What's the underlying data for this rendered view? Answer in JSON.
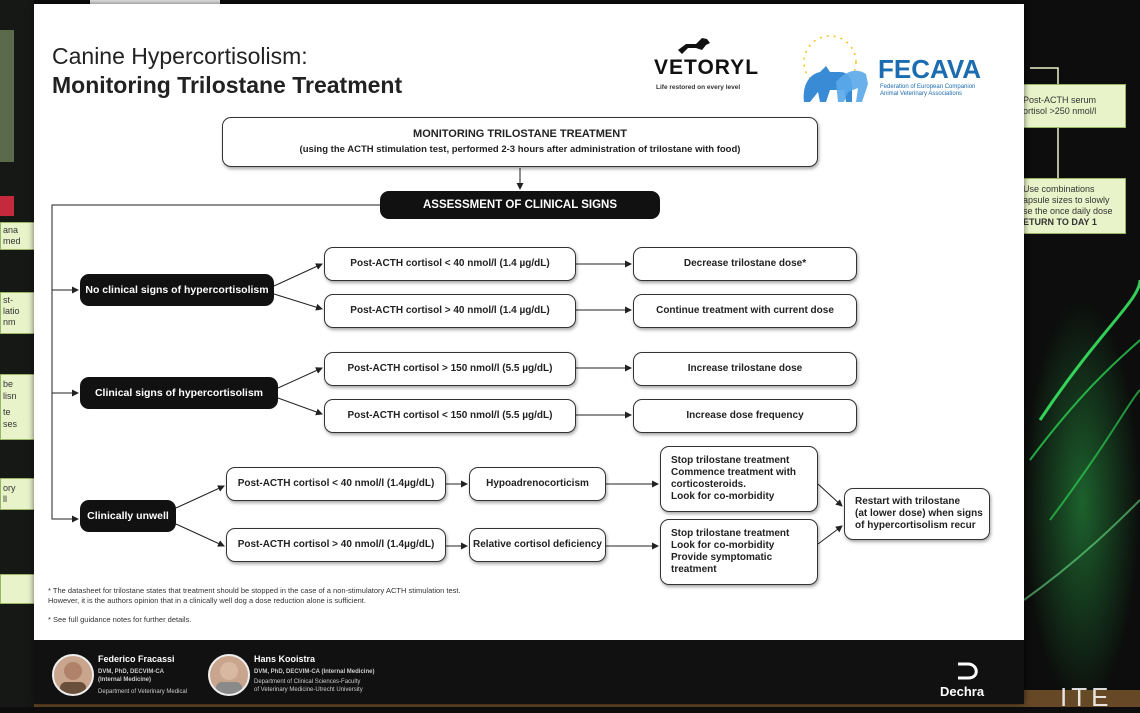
{
  "background": {
    "right_boxes": [
      {
        "lines": [
          "Post-ACTH serum",
          "ortisol >250 nmol/l"
        ]
      },
      {
        "lines": [
          "Use combinations",
          "apsule sizes to slowly",
          "se the once daily dose",
          "ETURN TO DAY 1"
        ]
      }
    ],
    "left_fragments": [
      {
        "lines": [
          "ana",
          "med"
        ]
      },
      {
        "lines": [
          "st-",
          "latio",
          "nm"
        ]
      },
      {
        "lines": [
          "be",
          "lisn",
          "te",
          "ses"
        ]
      },
      {
        "lines": [
          "ory",
          "ll"
        ]
      }
    ],
    "bottom_right_text": "ITE"
  },
  "slide": {
    "title_line1": "Canine Hypercortisolism:",
    "title_line2": "Monitoring Trilostane Treatment",
    "vetoryl_logo": "VETORYL",
    "vetoryl_tagline": "Life restored on every level",
    "fecava_logo": "FECAVA",
    "fecava_sub1": "Federation of European Companion",
    "fecava_sub2": "Animal Veterinary Associations",
    "header_box_line1": "MONITORING TRILOSTANE TREATMENT",
    "header_box_line2": "(using the ACTH stimulation test, performed 2-3 hours after administration of trilostane with food)",
    "assessment": "ASSESSMENT OF CLINICAL SIGNS",
    "branch_no_signs": "No clinical signs of hypercortisolism",
    "branch_signs": "Clinical signs of hypercortisolism",
    "branch_unwell": "Clinically unwell",
    "a1_cond": "Post-ACTH cortisol < 40 nmol/l (1.4 µg/dL)",
    "a1_action": "Decrease trilostane dose*",
    "a2_cond": "Post-ACTH cortisol > 40 nmol/l (1.4 µg/dL)",
    "a2_action": "Continue treatment with current dose",
    "b1_cond": "Post-ACTH cortisol > 150 nmol/l (5.5 µg/dL)",
    "b1_action": "Increase trilostane dose",
    "b2_cond": "Post-ACTH cortisol < 150 nmol/l (5.5 µg/dL)",
    "b2_action": "Increase dose frequency",
    "c1_cond": "Post-ACTH cortisol < 40 nmol/l (1.4µg/dL)",
    "c1_dx": "Hypoadrenocorticism",
    "c1_action_l1": "Stop trilostane treatment",
    "c1_action_l2": "Commence treatment with",
    "c1_action_l3": "corticosteroids.",
    "c1_action_l4": "Look for co-morbidity",
    "c2_cond": "Post-ACTH cortisol > 40 nmol/l (1.4µg/dL)",
    "c2_dx": "Relative cortisol deficiency",
    "c2_action_l1": "Stop trilostane treatment",
    "c2_action_l2": "Look for co-morbidity",
    "c2_action_l3": "Provide symptomatic",
    "c2_action_l4": "treatment",
    "restart_l1": "Restart with trilostane",
    "restart_l2": "(at lower dose) when signs",
    "restart_l3": "of hypercortisolism recur",
    "note1_l1": "* The datasheet for trilostane states that treatment should be stopped in the case of a non-stimulatory ACTH stimulation test.",
    "note1_l2": "However, it is the authors opinion that in a clinically well dog a dose reduction alone is sufficient.",
    "note2": "* See full guidance notes for further details.",
    "author1_name": "Federico Fracassi",
    "author1_cred1": "DVM, PhD, DECVIM-CA",
    "author1_cred2": "(Internal Medicine)",
    "author1_dept": "Department of Veterinary Medical",
    "author2_name": "Hans Kooistra",
    "author2_cred1": "DVM, PhD, DECVIM-CA (Internal Medicine)",
    "author2_dept1": "Department of Clinical Sciences-Faculty",
    "author2_dept2": "of Veterinary Medicine-Utrecht University",
    "dechra_logo": "Dechra"
  },
  "colors": {
    "fecava_blue": "#1b6cb0",
    "dark_box": "#111111",
    "green_glow": "#3cff6a"
  }
}
